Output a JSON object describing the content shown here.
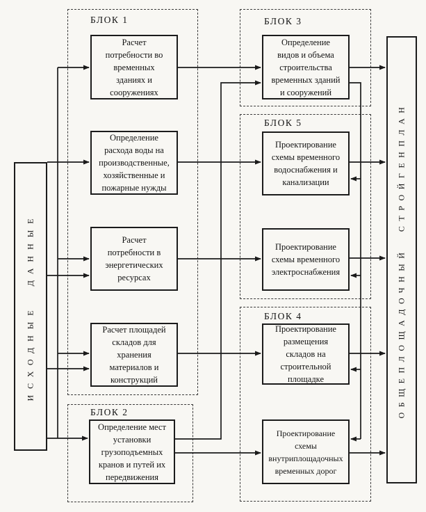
{
  "diagram": {
    "source_label": "ИСХОДНЫЕ ДАННЫЕ",
    "result_label": "ОБЩЕПЛОЩАДОЧНЫЙ СТРОЙГЕНПЛАН",
    "blocks": {
      "block1": "БЛОК 1",
      "block2": "БЛОК 2",
      "block3": "БЛОК 3",
      "block4": "БЛОК 4",
      "block5": "БЛОК 5"
    },
    "nodes": {
      "temp_buildings_need": "Расчет\nпотребности во\nвременных\nзданиях и\nсооружениях",
      "water_demand": "Определение\nрасхода воды на\nпроизводственные,\nхозяйственные и\nпожарные нужды",
      "energy_need": "Расчет\nпотребности в\nэнергетических\nресурсах",
      "warehouse_area": "Расчет площадей\nскладов для\nхранения\nматериалов и\nконструкций",
      "crane_locations": "Определение мест\nустановки\nгрузоподъемных\nкранов и путей их\nпередвижения",
      "temp_buildings_scope": "Определение\nвидов и объема\nстроительства\nвременных зданий\nи сооружений",
      "water_supply_design": "Проектирование\nсхемы временного\nводоснабжения и\nканализации",
      "power_supply_design": "Проектирование\nсхемы временного\nэлектроснабжения",
      "warehouse_layout_design": "Проектирование\nразмещения\nскладов на\nстроительной\nплощадке",
      "roads_design": "Проектирование\nсхемы\nвнутриплощадочных\nвременных дорог"
    }
  }
}
